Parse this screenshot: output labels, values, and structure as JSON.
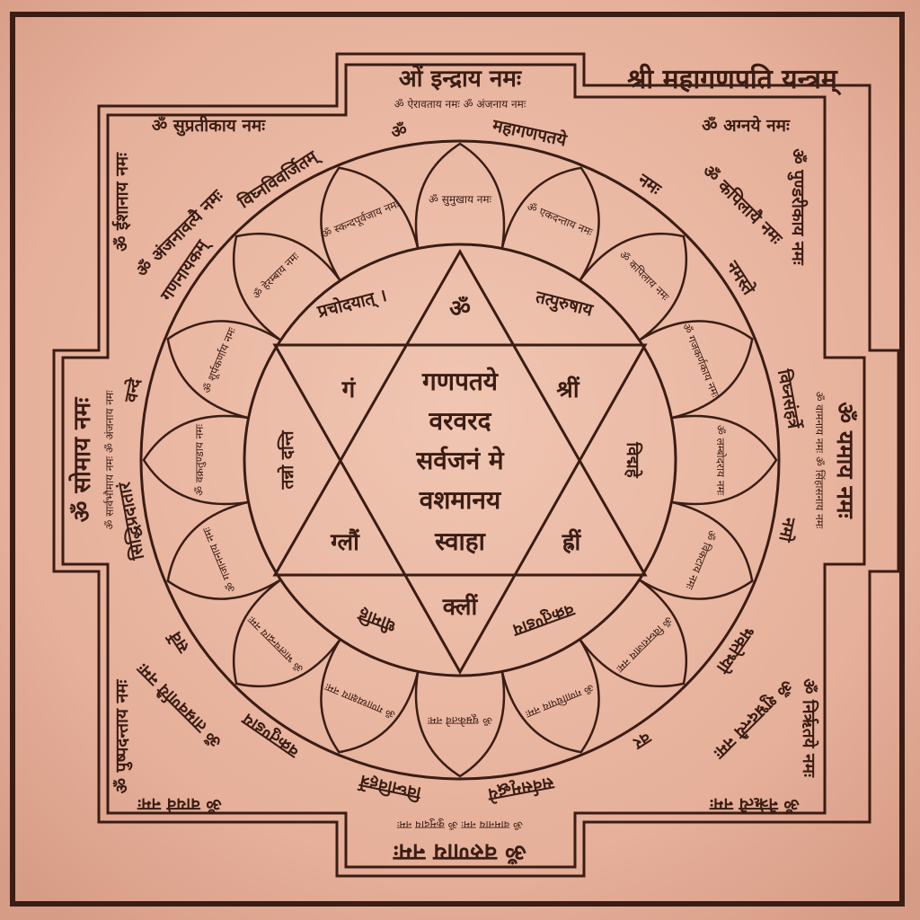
{
  "title": "श्री महागणपति यन्त्रम्",
  "gates": {
    "top": {
      "main": "ओं इन्द्राय नमः",
      "sub": "ॐ ऐरावताय नमः ॐ अंजनाय नमः"
    },
    "bottom": {
      "main": "ॐ वरुणाय नमः",
      "sub": "ॐ वामनाय नमः ॐ कुमुदाय नमः"
    },
    "left": {
      "main": "ॐ सोमाय नमः",
      "sub": "ॐ सार्वभौमाय नमः ॐ अंजनाय नमः"
    },
    "right": {
      "main": "ॐ यमाय नमः",
      "sub": "ॐ वामनाय नमः ॐ सिंहासनाय नमः"
    }
  },
  "corners": {
    "top_left_h": "ॐ सुप्रतीकाय नमः",
    "top_left_v1": "ॐ ईशानाय नमः",
    "top_left_v2": "ॐ अंजनावत्यै नमः",
    "top_right_h": "ॐ अग्नये नमः",
    "top_right_v1": "ॐ पुण्डरीकाय नमः",
    "top_right_v2": "ॐ कपिलायै नमः",
    "bottom_left_h": "ॐ वायवे नमः",
    "bottom_left_v1": "ॐ पुष्पदन्ताय नमः",
    "bottom_left_v2": "ॐ ताम्रवर्णायै नमः",
    "bottom_right_h": "ॐ नैर्ऋत्यै नमः",
    "bottom_right_v1": "ॐ निर्ऋतये नमः",
    "bottom_right_v2": "ॐ शुभ्रदन्त्यै नमः"
  },
  "outer_ring": [
    "महागणपतये",
    "नमः",
    "नमस्ते",
    "विघ्नसंहर्त्रे",
    "नमो",
    "भक्तेभ्यो",
    "वर",
    "सर्वसमृद्धये",
    "विघ्नविहर्त्रे",
    "वक्रतुण्डाय",
    "सर्वे",
    "सिद्धिप्रदातारं",
    "वन्दे",
    "गणनायकम्",
    "विघ्नविवर्जितम्",
    "ॐ"
  ],
  "petals": [
    {
      "name": "ॐ सुमुखाय नमः"
    },
    {
      "name": "ॐ एकदन्ताय नमः"
    },
    {
      "name": "ॐ कपिलाय नमः"
    },
    {
      "name": "ॐ गजकर्णकाय नमः"
    },
    {
      "name": "ॐ लम्बोदराय नमः"
    },
    {
      "name": "ॐ विकटाय नमः"
    },
    {
      "name": "ॐ विघ्नराजाय नमः"
    },
    {
      "name": "ॐ गणाधिपाय नमः"
    },
    {
      "name": "ॐ धूम्रकेतवे नमः"
    },
    {
      "name": "ॐ गणाध्यक्षाय नमः"
    },
    {
      "name": "ॐ भालचन्द्राय नमः"
    },
    {
      "name": "ॐ गजाननाय नमः"
    },
    {
      "name": "ॐ वक्रतुण्डाय नमः"
    },
    {
      "name": "ॐ शूर्पकर्णाय नमः"
    },
    {
      "name": "ॐ हेरम्बाय नमः"
    },
    {
      "name": "ॐ स्कन्दपूर्वजाय नमः"
    }
  ],
  "inner_ring": {
    "top": "ॐ",
    "top_left": "प्रचोदयात् ।",
    "top_right": "तत्पुरुषाय",
    "left": "तन्नो दन्ति",
    "right": "विद्महे",
    "bottom_left": "धीमहि",
    "bottom_right": "वक्रतुण्डाय"
  },
  "bija": {
    "top_left": "गं",
    "top_right": "श्रीं",
    "bottom_left": "ग्लौं",
    "bottom_right": "ह्रीं",
    "bottom": "क्लीं"
  },
  "mantra": [
    "गणपतये",
    "वरवरद",
    "सर्वजनं मे",
    "वशमानय",
    "स्वाहा"
  ],
  "colors": {
    "copper": "#e9b7a2",
    "ink": "#3a1d14",
    "copper_dark": "#d9998a"
  }
}
